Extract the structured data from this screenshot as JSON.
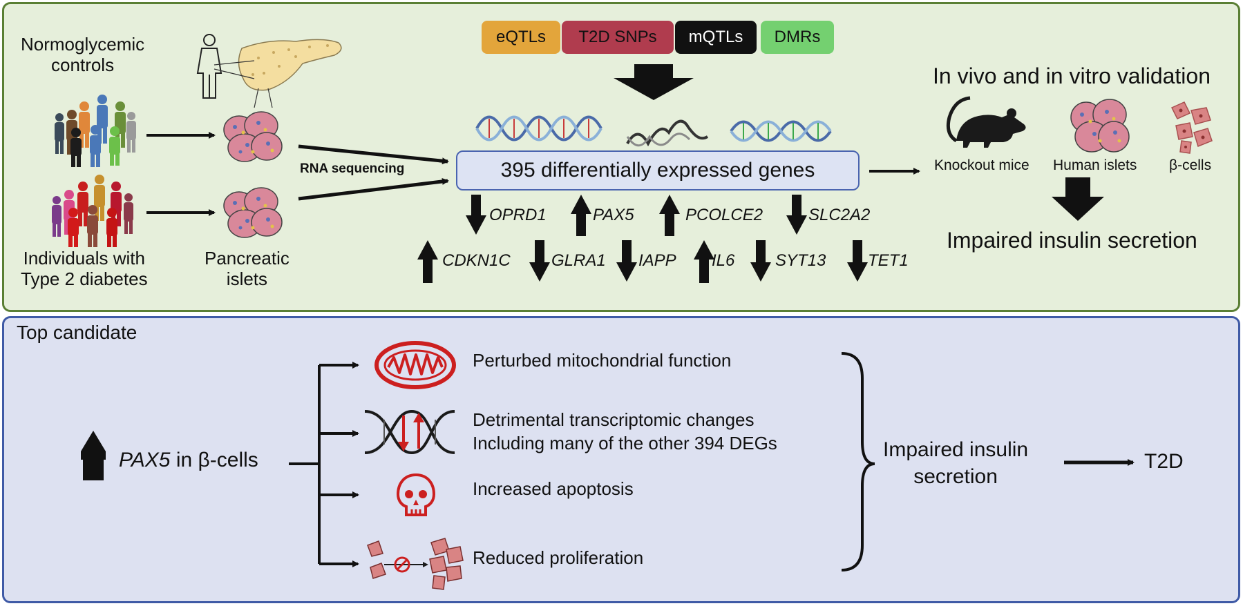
{
  "top": {
    "normoglycemic": "Normoglycemic\ncontrols",
    "t2d_individuals": "Individuals with\nType 2 diabetes",
    "pancreatic_islets": "Pancreatic\nislets",
    "rna_sequencing": "RNA sequencing",
    "annotations": [
      {
        "label": "eQTLs",
        "color": "#e3a53b",
        "text_color": "#111111"
      },
      {
        "label": "T2D SNPs",
        "color": "#b03c4e",
        "text_color": "#111111"
      },
      {
        "label": "mQTLs",
        "color": "#111111",
        "text_color": "#ffffff"
      },
      {
        "label": "DMRs",
        "color": "#74d070",
        "text_color": "#111111"
      }
    ],
    "deg_box": "395 differentially expressed genes",
    "validation_title": "In vivo and in vitro validation",
    "models": {
      "mice": "Knockout mice",
      "islets": "Human islets",
      "beta": "β-cells"
    },
    "validation_result": "Impaired insulin secretion",
    "genes_row1": [
      {
        "name": "OPRD1",
        "direction": "down"
      },
      {
        "name": "PAX5",
        "direction": "up"
      },
      {
        "name": "PCOLCE2",
        "direction": "up"
      },
      {
        "name": "SLC2A2",
        "direction": "down"
      }
    ],
    "genes_row2": [
      {
        "name": "CDKN1C",
        "direction": "up"
      },
      {
        "name": "GLRA1",
        "direction": "down"
      },
      {
        "name": "IAPP",
        "direction": "down"
      },
      {
        "name": "IL6",
        "direction": "up"
      },
      {
        "name": "SYT13",
        "direction": "down"
      },
      {
        "name": "TET1",
        "direction": "down"
      }
    ]
  },
  "bottom": {
    "title": "Top candidate",
    "pax5_gene": "PAX5",
    "pax5_suffix": " in β-cells",
    "effects": [
      {
        "text": "Perturbed mitochondrial function",
        "icon": "mitochondrion-icon"
      },
      {
        "text": "Detrimental transcriptomic changes\nIncluding many of the other 394 DEGs",
        "icon": "dna-icon"
      },
      {
        "text": "Increased apoptosis",
        "icon": "skull-icon"
      },
      {
        "text": "Reduced proliferation",
        "icon": "proliferation-icon"
      }
    ],
    "outcome": "Impaired insulin\nsecretion",
    "final": "T2D"
  },
  "colors": {
    "top_bg": "#e6efdb",
    "top_border": "#5a7f34",
    "bottom_bg": "#dde1f1",
    "bottom_border": "#3f5aa6",
    "icon_red": "#cc1f1f"
  }
}
